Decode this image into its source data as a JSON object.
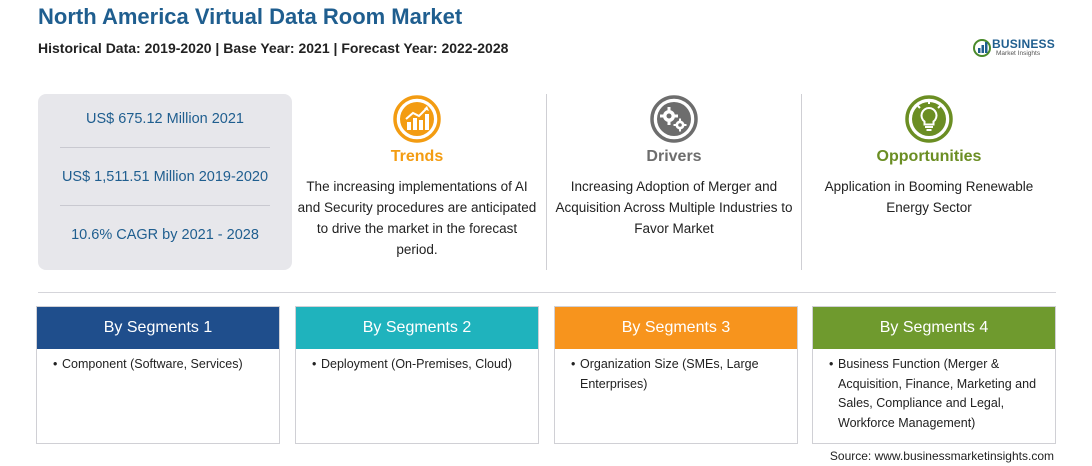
{
  "header": {
    "title": "North America Virtual Data Room Market",
    "subtitle": "Historical Data: 2019-2020 | Base Year: 2021 | Forecast Year: 2022-2028"
  },
  "logo": {
    "name": "BUSINESS",
    "tagline": "Market Insights"
  },
  "stats": [
    "US$ 675.12 Million 2021",
    "US$ 1,511.51 Million 2019-2020",
    "10.6% CAGR by 2021 - 2028"
  ],
  "trends": {
    "heading": "Trends",
    "text": "The increasing implementations of AI and Security procedures are anticipated to drive the market in the forecast period.",
    "color": "#f39c12",
    "icon": "chart-up-icon"
  },
  "drivers": {
    "heading": "Drivers",
    "text": "Increasing Adoption of Merger and Acquisition Across Multiple Industries to Favor Market",
    "color": "#6d6d6d",
    "icon": "gears-icon"
  },
  "opportunities": {
    "heading": "Opportunities",
    "text": "Application in Booming Renewable Energy Sector",
    "color": "#6b8e23",
    "icon": "lightbulb-icon"
  },
  "segments": [
    {
      "title": "By Segments 1",
      "color": "#1f4e8c",
      "items": [
        "Component (Software, Services)"
      ]
    },
    {
      "title": "By Segments 2",
      "color": "#1fb3bd",
      "items": [
        "Deployment (On-Premises, Cloud)"
      ]
    },
    {
      "title": "By Segments 3",
      "color": "#f7941d",
      "items": [
        "Organization Size (SMEs, Large Enterprises)"
      ]
    },
    {
      "title": "By Segments 4",
      "color": "#6f9a2e",
      "items": [
        "Business Function (Merger & Acquisition, Finance, Marketing and Sales, Compliance and Legal, Workforce Management)"
      ]
    }
  ],
  "source": "Source: www.businessmarketinsights.com"
}
